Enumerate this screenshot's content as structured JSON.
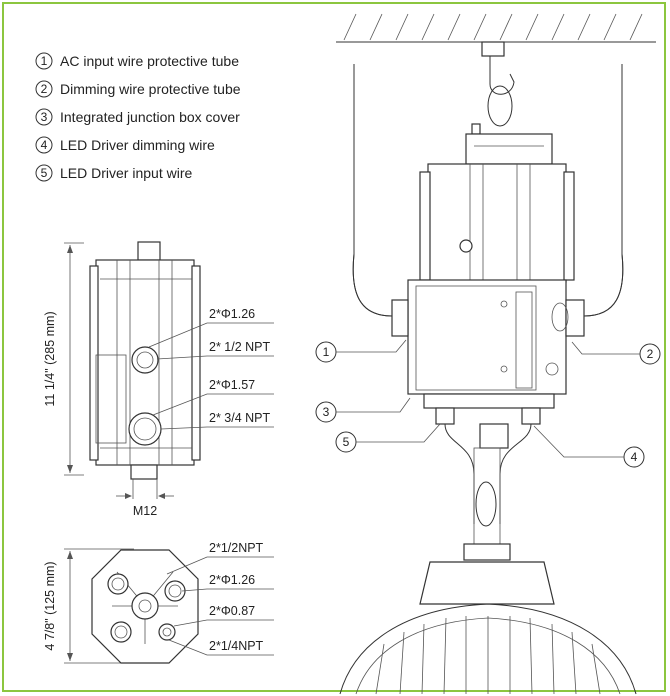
{
  "legend": {
    "items": [
      {
        "num": "1",
        "label": "AC input wire protective tube"
      },
      {
        "num": "2",
        "label": "Dimming wire protective tube"
      },
      {
        "num": "3",
        "label": "Integrated junction box cover"
      },
      {
        "num": "4",
        "label": "LED Driver dimming wire"
      },
      {
        "num": "5",
        "label": "LED Driver input wire"
      }
    ]
  },
  "side_view": {
    "height_dim": "11 1/4\" (285 mm)",
    "labels": [
      "2*Φ1.26",
      "2* 1/2 NPT",
      "2*Φ1.57",
      "2* 3/4 NPT"
    ],
    "thread": "M12"
  },
  "bottom_view": {
    "height_dim": "4 7/8\" (125 mm)",
    "labels": [
      "2*1/2NPT",
      "2*Φ1.26",
      "2*Φ0.87",
      "2*1/4NPT"
    ]
  },
  "callouts": [
    "1",
    "2",
    "3",
    "4",
    "5"
  ],
  "colors": {
    "frame": "#8cc63f",
    "line": "#333333"
  }
}
